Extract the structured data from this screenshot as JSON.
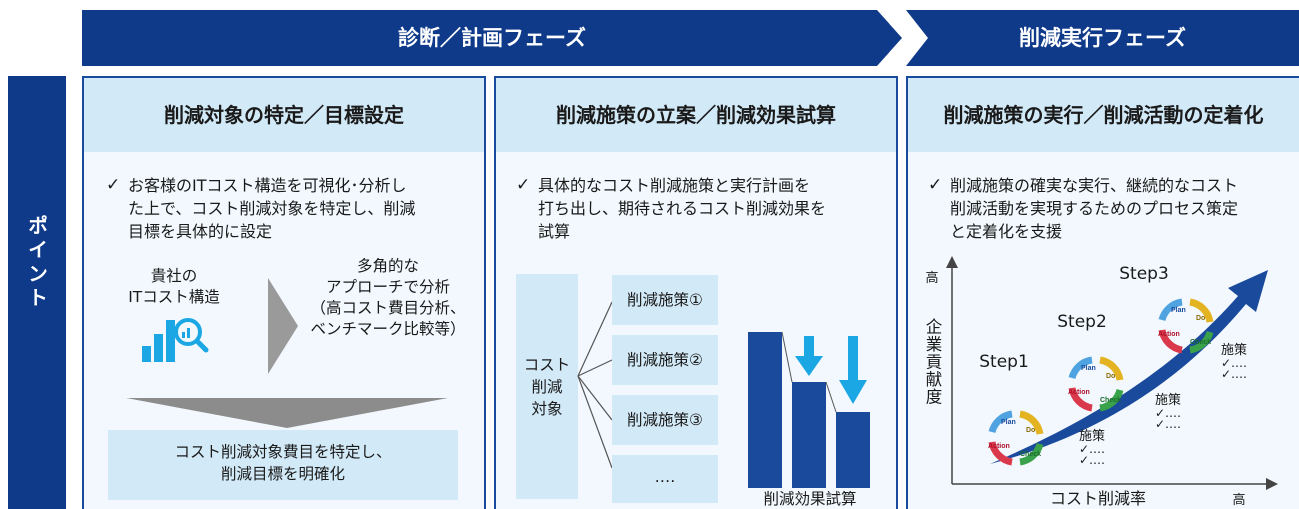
{
  "phases": {
    "diagnosis": "診断／計画フェーズ",
    "execution": "削減実行フェーズ"
  },
  "side_label": "ポイント",
  "panel1": {
    "heading": "削減対象の特定／目標設定",
    "check_mark": "✓",
    "check_lines": [
      "お客様のITコスト構造を可視化･分析し",
      "た上で、コスト削減対象を特定し、削減",
      "目標を具体的に設定"
    ],
    "left_lines": [
      "貴社の",
      "ITコスト構造"
    ],
    "right_lines": [
      "多角的な",
      "アプローチで分析",
      "（高コスト費目分析、",
      "ベンチマーク比較等）"
    ],
    "result_lines": [
      "コスト削減対象費目を特定し、",
      "削減目標を明確化"
    ]
  },
  "panel2": {
    "heading": "削減施策の立案／削減効果試算",
    "check_mark": "✓",
    "check_lines": [
      "具体的なコスト削減施策と実行計画を",
      "打ち出し、期待されるコスト削減効果を",
      "試算"
    ],
    "target_lines": [
      "コスト",
      "削減",
      "対象"
    ],
    "measures": [
      "削減施策①",
      "削減施策②",
      "削減施策③",
      "‥‥"
    ],
    "chart_caption": "削減効果試算"
  },
  "panel3": {
    "heading": "削減施策の実行／削減活動の定着化",
    "check_mark": "✓",
    "check_lines": [
      "削減施策の確実な実行、継続的なコスト",
      "削減活動を実現するためのプロセス策定",
      "と定着化を支援"
    ],
    "y_axis_high": "高",
    "y_axis_label": "企業貢献度",
    "x_axis_label": "コスト削減率",
    "x_axis_high": "高",
    "steps": [
      "Step1",
      "Step2",
      "Step3"
    ],
    "pdca": [
      "Plan",
      "Do",
      "Check",
      "Action"
    ],
    "measure_label": "施策",
    "measure_dots": "✓‥‥\n✓‥‥"
  },
  "colors": {
    "navy": "#0f3a8a",
    "panel_border": "#1a4a9c",
    "light_blue": "#d2e9f7",
    "cyan_arrow": "#1ba6e4",
    "bar_blue": "#1a4a9c"
  }
}
